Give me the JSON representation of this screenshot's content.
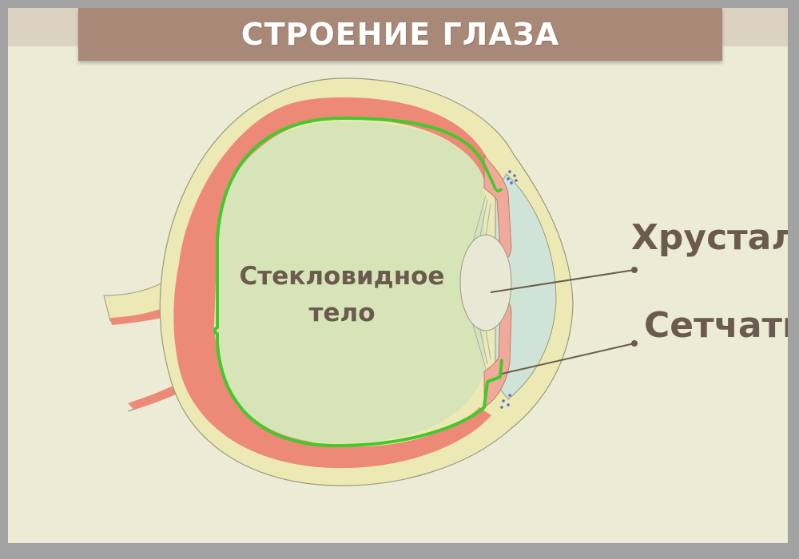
{
  "slide": {
    "title": "СТРОЕНИЕ ГЛАЗА"
  },
  "labels": {
    "vitreous_line1": "Стекловидное",
    "vitreous_line2": "тело",
    "lens": "Хрусталик",
    "retina": "Сетчатка"
  },
  "colors": {
    "background": "#ebebd6",
    "banner": "#a88978",
    "sclera": "#ece9b4",
    "choroid": "#ec8977",
    "retina": "#43c92c",
    "vitreous": "#d6e4b7",
    "cornea": "#cfe3d6",
    "lens": "#e8e8d6",
    "label_text": "#6b5a4e"
  }
}
